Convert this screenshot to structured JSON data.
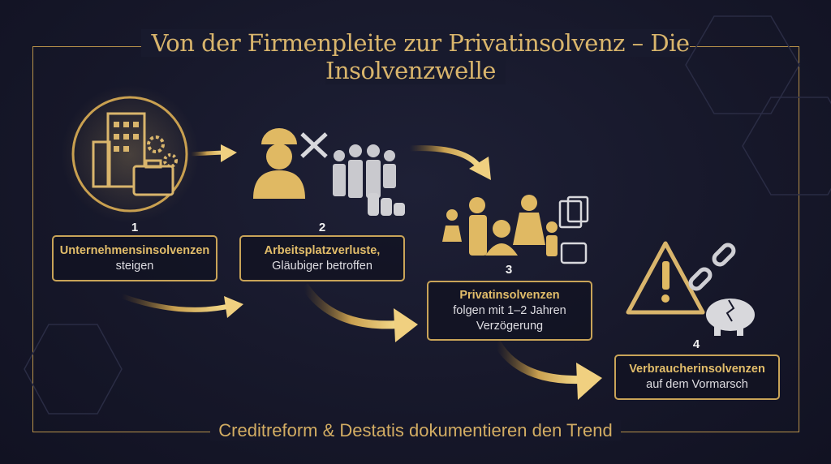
{
  "title": "Von der Firmenpleite zur Privatinsolvenz – Die Insolvenzwelle",
  "footer": "Creditreform & Destatis dokumentieren den Trend",
  "colors": {
    "gold": "#d9b56c",
    "background": "#161729",
    "text": "#dedde2"
  },
  "steps": [
    {
      "number": "1",
      "headline": "Unternehmensinsolvenzen",
      "text": "steigen",
      "icons": [
        "building-icon",
        "gear-icon",
        "briefcase-icon"
      ]
    },
    {
      "number": "2",
      "headline": "Arbeitsplatzverluste,",
      "text": "Gläubiger betroffen",
      "icons": [
        "worker-icon",
        "tools-icon",
        "employees-icon",
        "coins-icon"
      ]
    },
    {
      "number": "3",
      "headline": "Privatinsolvenzen",
      "text": "folgen mit 1–2 Jahren",
      "text2": "Verzögerung",
      "icons": [
        "family-icon",
        "documents-icon",
        "wallet-icon"
      ]
    },
    {
      "number": "4",
      "headline": "Verbraucherinsolvenzen",
      "text": "auf dem Vormarsch",
      "icons": [
        "warning-icon",
        "broken-chain-icon",
        "broken-piggy-bank-icon"
      ]
    }
  ]
}
